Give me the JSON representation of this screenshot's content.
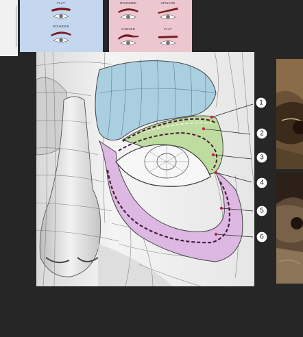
{
  "brow_chart_blue": {
    "tiles": [
      {
        "label": "FLAT"
      },
      {
        "label": "ROUNDED"
      }
    ]
  },
  "brow_chart_pink": {
    "tiles": [
      {
        "label": "ROUNDED"
      },
      {
        "label": "UPWARD"
      },
      {
        "label": "CURVED"
      },
      {
        "label": "FLAT"
      }
    ]
  },
  "diagram": {
    "callouts": [
      "1",
      "2",
      "3",
      "4",
      "5",
      "6"
    ],
    "colors": {
      "brow_region": "#a9cfe0",
      "upper_lid_region": "#bfdca0",
      "lower_orbit_region": "#dcb8e2",
      "dashed_line": "#4a1a3a",
      "accent_dot": "#c0264a"
    }
  }
}
